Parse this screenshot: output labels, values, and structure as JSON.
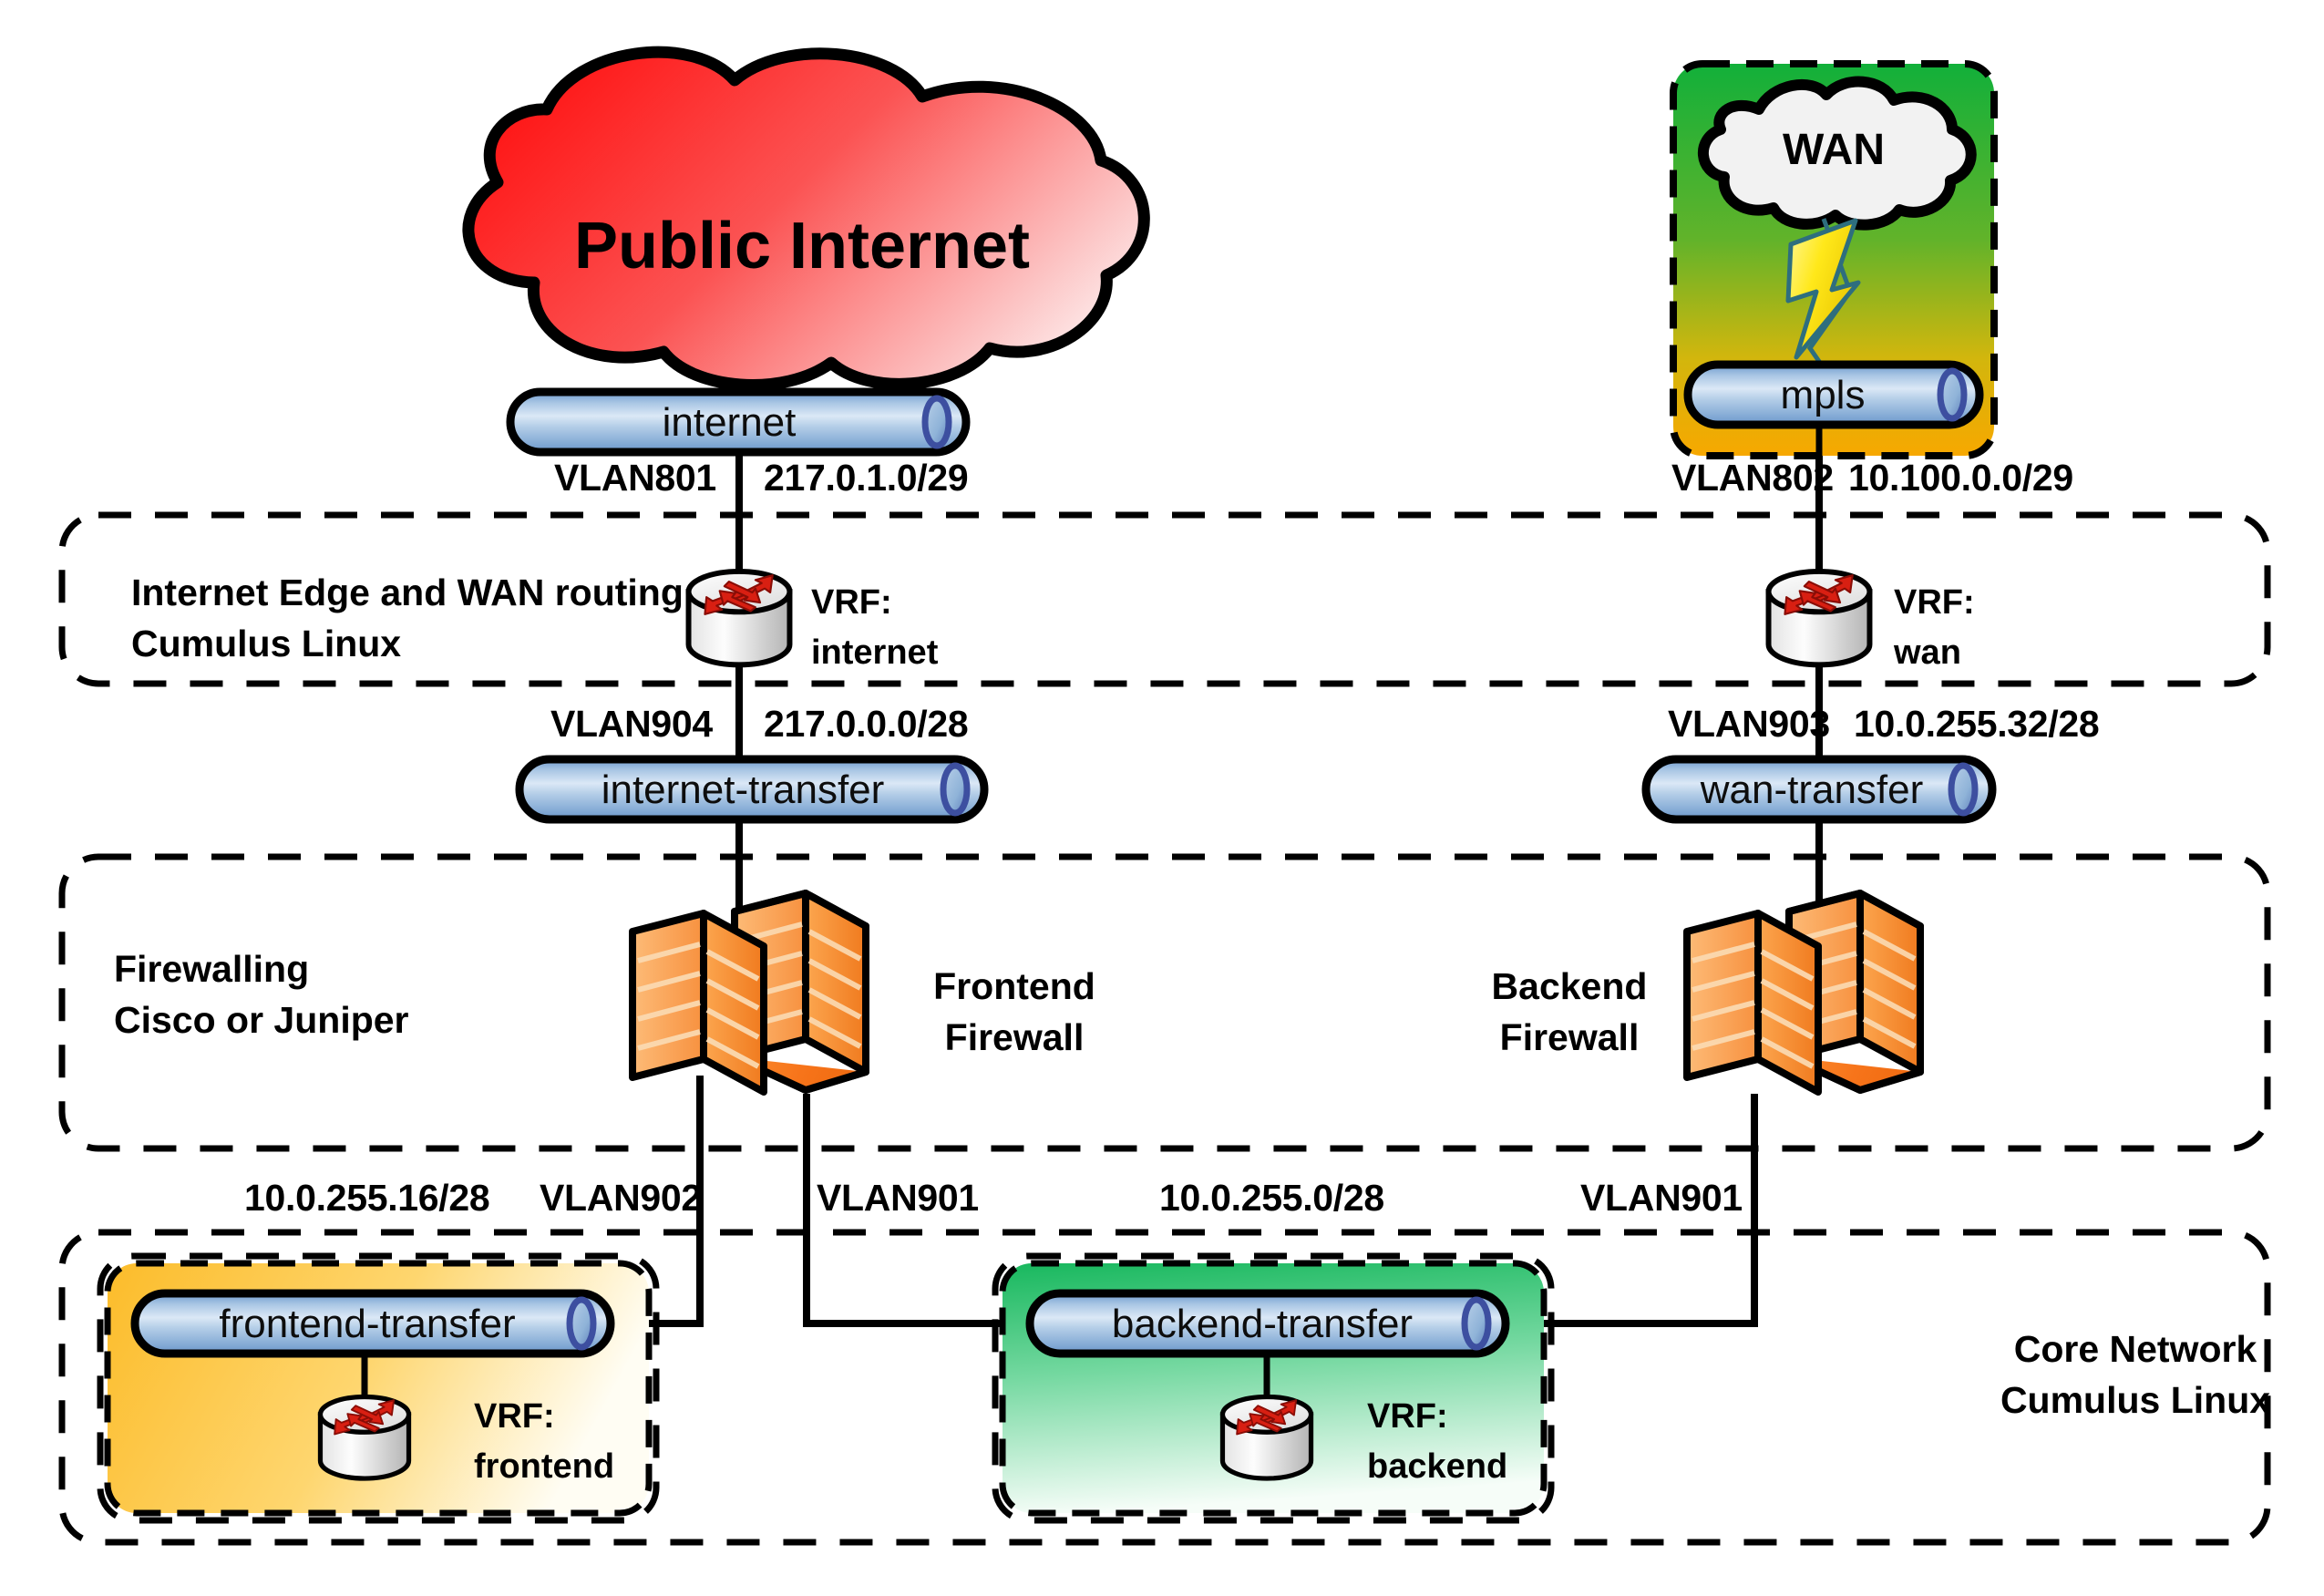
{
  "diagram": {
    "title": "Network VRF Topology",
    "colors": {
      "internet_cloud_start": "#ff1a1a",
      "internet_cloud_end": "#fdeeee",
      "wan_box_start": "#12b03a",
      "wan_box_end": "#f7a800",
      "wan_cloud_fill": "#f2f2f2",
      "bolt_fill": "#ffe81a",
      "firewall_orange": "#f97d1c",
      "firewall_orange_dark": "#e8650a",
      "vlan_pipe_light": "#c6d9ee",
      "vlan_pipe_dark": "#6f9ccd",
      "vlan_pipe_end": "#5a6fb5",
      "frontend_zone_start": "#fcbc2a",
      "frontend_zone_end": "#fffdf3",
      "backend_zone_start": "#18b85e",
      "backend_zone_end": "#f6fdf8",
      "router_body": "#f2f2f2",
      "router_arrow": "#d81f12",
      "line": "#000000"
    }
  },
  "clouds": {
    "public_internet": {
      "label": "Public Internet"
    },
    "wan": {
      "label": "WAN"
    }
  },
  "networks": {
    "internet": {
      "name": "internet"
    },
    "mpls": {
      "name": "mpls"
    },
    "internet_transfer": {
      "name": "internet-transfer"
    },
    "wan_transfer": {
      "name": "wan-transfer"
    },
    "frontend_transfer": {
      "name": "frontend-transfer"
    },
    "backend_transfer": {
      "name": "backend-transfer"
    }
  },
  "links": [
    {
      "id": "link-internet",
      "vlan": "VLAN801",
      "subnet": "217.0.1.0/29"
    },
    {
      "id": "link-mpls",
      "vlan": "VLAN802",
      "subnet": "10.100.0.0/29"
    },
    {
      "id": "link-internet-transfer",
      "vlan": "VLAN904",
      "subnet": "217.0.0.0/28"
    },
    {
      "id": "link-wan-transfer",
      "vlan": "VLAN903",
      "subnet": "10.0.255.32/28"
    },
    {
      "id": "link-frontend",
      "vlan": "VLAN902",
      "subnet": "10.0.255.16/28"
    },
    {
      "id": "link-backend-left",
      "vlan": "VLAN901",
      "subnet": "10.0.255.0/28"
    },
    {
      "id": "link-backend-right",
      "vlan": "VLAN901",
      "subnet": ""
    }
  ],
  "zones": {
    "edge": {
      "line1": "Internet Edge and WAN routing",
      "line2": "Cumulus Linux"
    },
    "firewalling": {
      "line1": "Firewalling",
      "line2": "Cisco or Juniper"
    },
    "core": {
      "line1": "Core Network",
      "line2": "Cumulus Linux"
    }
  },
  "routers": {
    "internet": {
      "vrf_line1": "VRF:",
      "vrf_line2": "internet"
    },
    "wan": {
      "vrf_line1": "VRF:",
      "vrf_line2": "wan"
    },
    "frontend": {
      "vrf_line1": "VRF:",
      "vrf_line2": "frontend"
    },
    "backend": {
      "vrf_line1": "VRF:",
      "vrf_line2": "backend"
    }
  },
  "firewalls": {
    "frontend": {
      "line1": "Frontend",
      "line2": "Firewall"
    },
    "backend": {
      "line1": "Backend",
      "line2": "Firewall"
    }
  }
}
